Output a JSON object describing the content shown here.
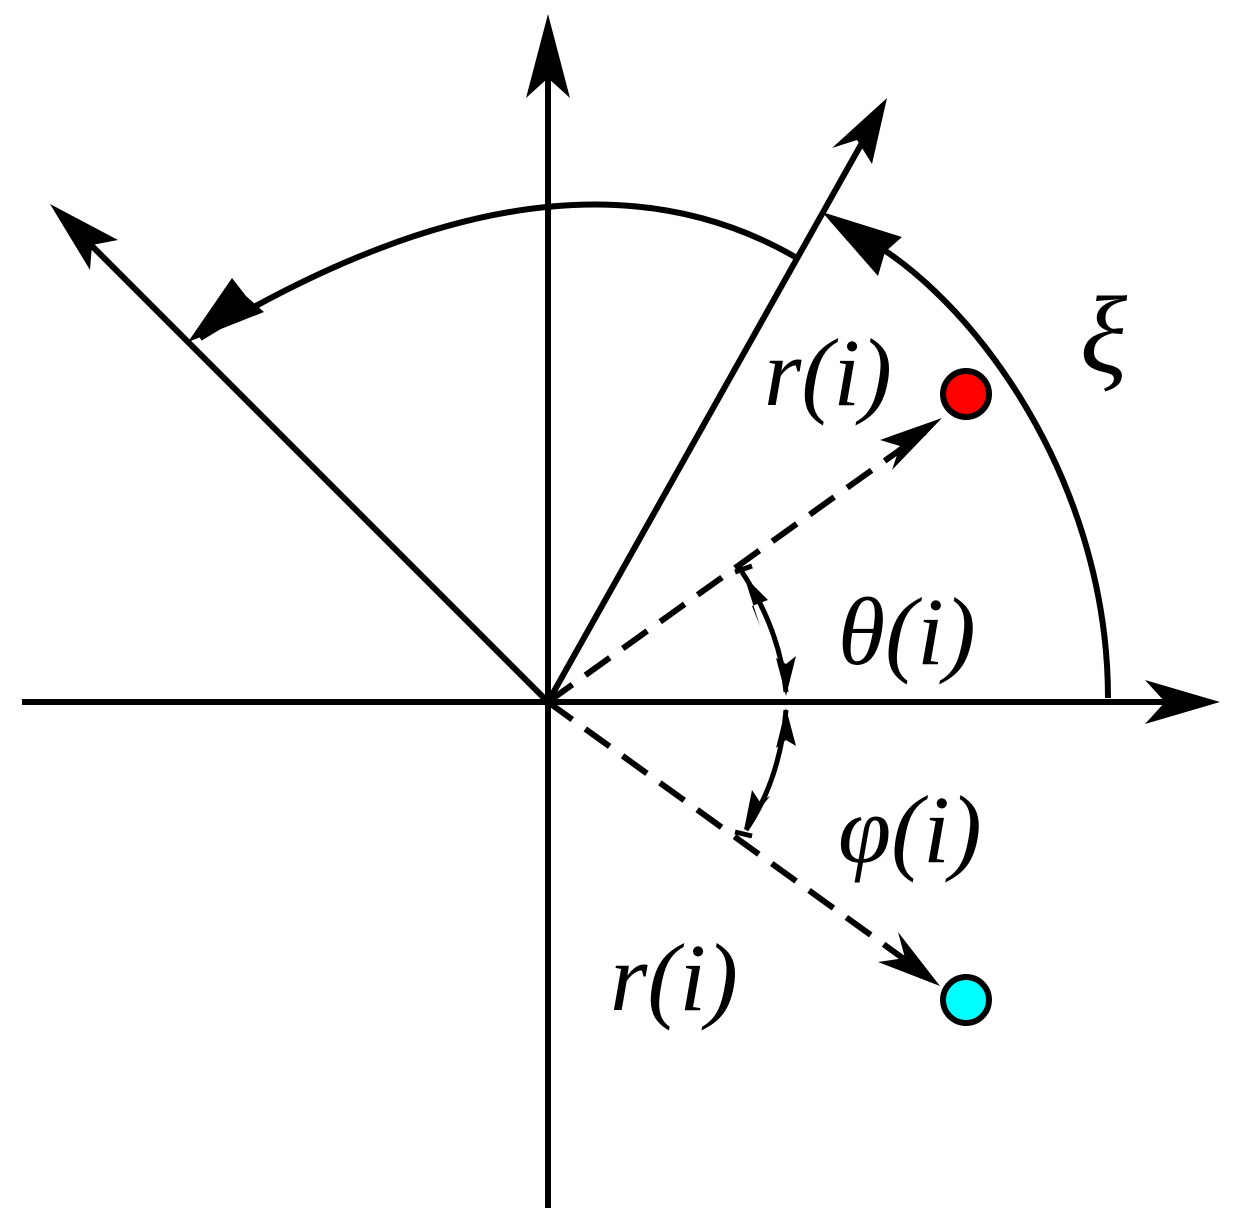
{
  "labels": {
    "r_upper": "r(i)",
    "theta": "θ(i)",
    "xi": "ξ",
    "phi": "φ(i)",
    "r_lower": "r(i)"
  },
  "points": {
    "upper": {
      "color": "#ff0000"
    },
    "lower": {
      "color": "#00ffff"
    }
  },
  "line_color": "#000000"
}
